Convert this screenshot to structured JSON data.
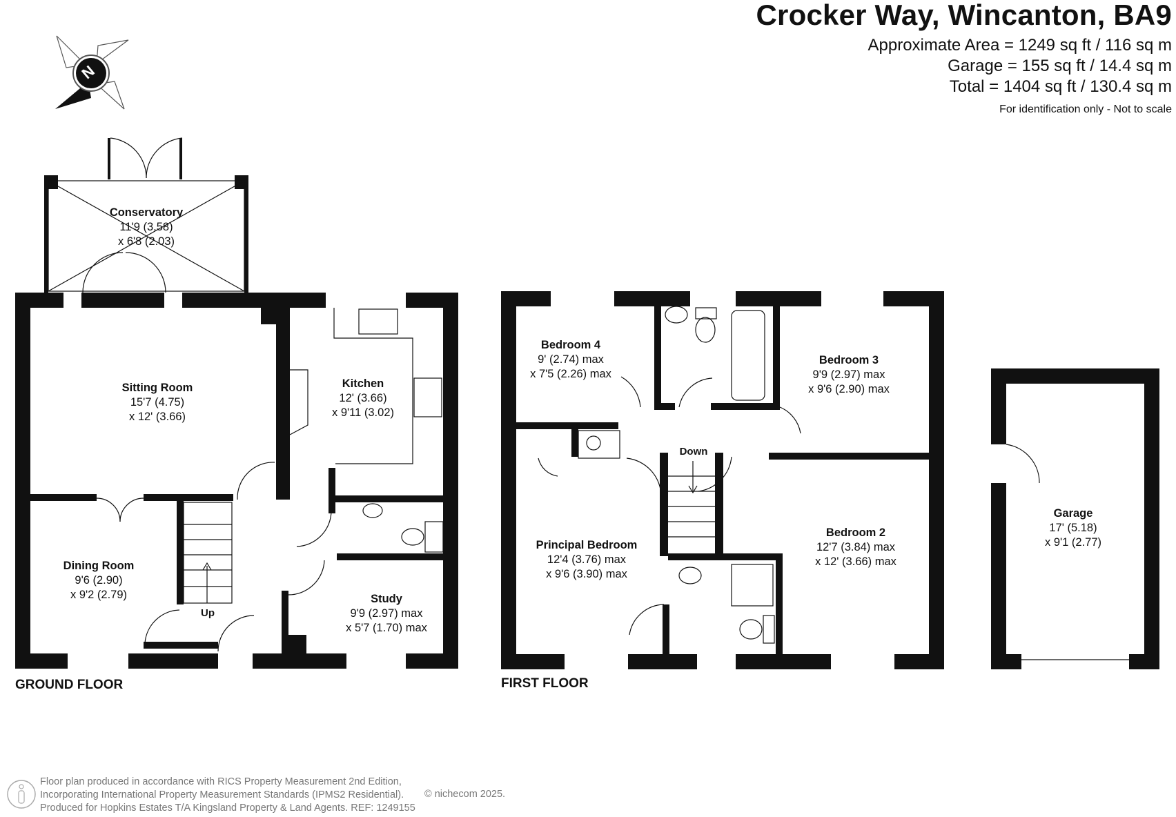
{
  "header": {
    "title": "Crocker Way, Wincanton, BA9",
    "approx_area": "Approximate Area = 1249 sq ft / 116 sq m",
    "garage_area": "Garage = 155 sq ft / 14.4 sq m",
    "total_area": "Total = 1404 sq ft / 130.4 sq m",
    "note": "For identification only - Not to scale"
  },
  "compass": {
    "letter": "N"
  },
  "floors": {
    "ground": "GROUND FLOOR",
    "first": "FIRST FLOOR"
  },
  "rooms": {
    "conservatory": {
      "name": "Conservatory",
      "dim1": "11'9 (3.58)",
      "dim2": "x 6'8 (2.03)"
    },
    "sitting": {
      "name": "Sitting Room",
      "dim1": "15'7 (4.75)",
      "dim2": "x 12' (3.66)"
    },
    "kitchen": {
      "name": "Kitchen",
      "dim1": "12' (3.66)",
      "dim2": "x 9'11 (3.02)"
    },
    "dining": {
      "name": "Dining Room",
      "dim1": "9'6 (2.90)",
      "dim2": "x 9'2 (2.79)"
    },
    "study": {
      "name": "Study",
      "dim1": "9'9 (2.97) max",
      "dim2": "x 5'7 (1.70) max"
    },
    "bedroom4": {
      "name": "Bedroom 4",
      "dim1": "9' (2.74) max",
      "dim2": "x 7'5 (2.26) max"
    },
    "bedroom3": {
      "name": "Bedroom 3",
      "dim1": "9'9 (2.97) max",
      "dim2": "x 9'6 (2.90) max"
    },
    "principal": {
      "name": "Principal Bedroom",
      "dim1": "12'4 (3.76) max",
      "dim2": "x 9'6 (3.90) max"
    },
    "bedroom2": {
      "name": "Bedroom 2",
      "dim1": "12'7 (3.84) max",
      "dim2": "x 12' (3.66) max"
    },
    "garage": {
      "name": "Garage",
      "dim1": "17' (5.18)",
      "dim2": "x 9'1 (2.77)"
    }
  },
  "stairs": {
    "up": "Up",
    "down": "Down"
  },
  "footer": {
    "line1": "Floor plan produced in accordance with RICS Property Measurement 2nd Edition,",
    "line2": "Incorporating International Property Measurement Standards (IPMS2 Residential).",
    "line3": "Produced for Hopkins Estates T/A Kingsland Property & Land Agents.   REF:  1249155",
    "brand": "© nichecom 2025."
  },
  "colors": {
    "wall": "#111111",
    "window": "#ffffff",
    "footer_text": "#777777"
  }
}
